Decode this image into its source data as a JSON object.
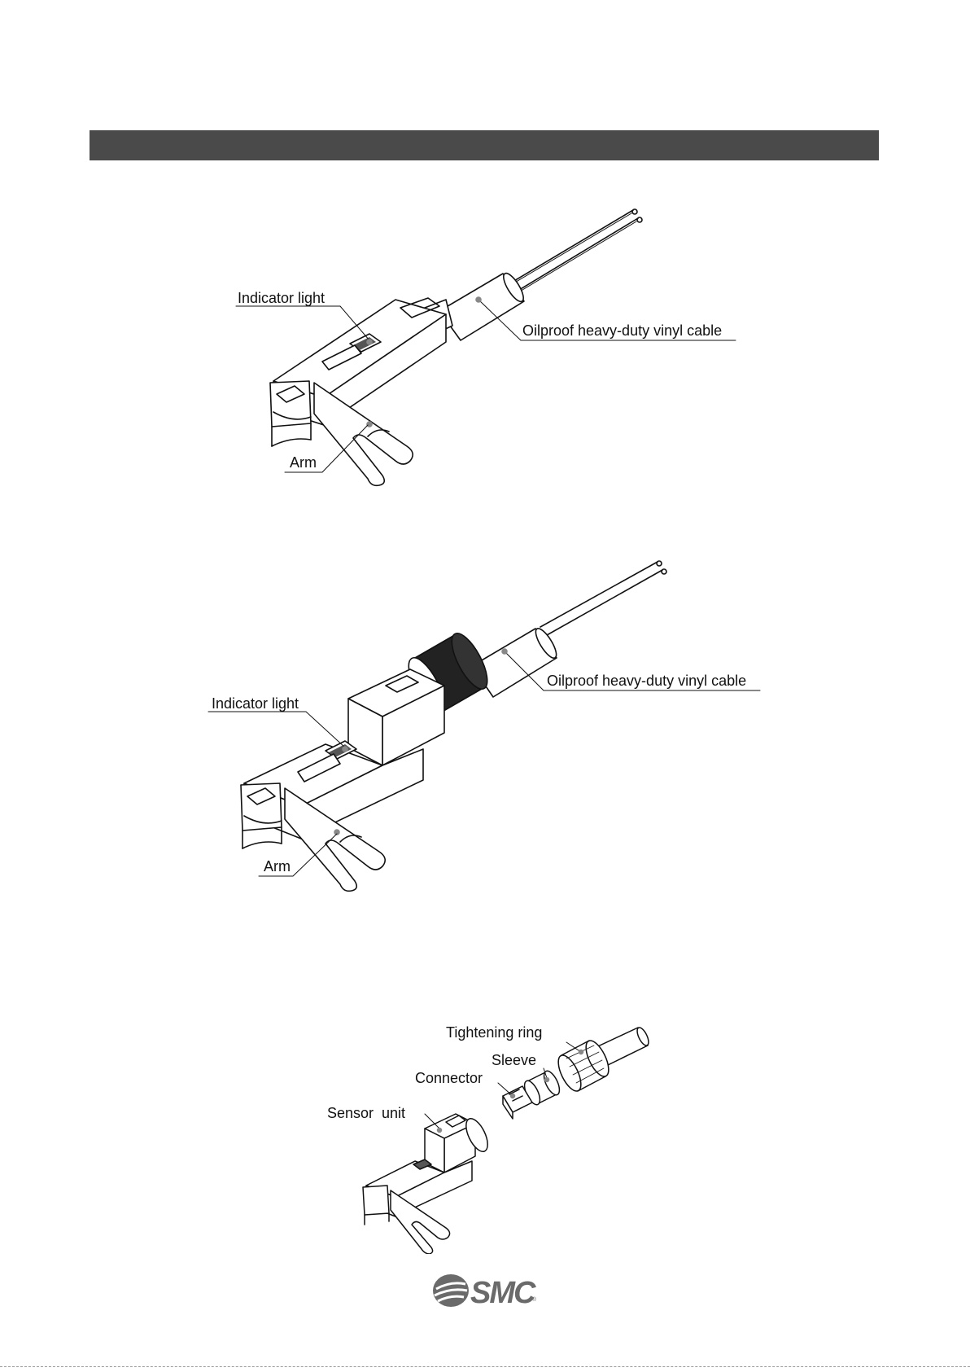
{
  "figure1": {
    "indicator_label": "Indicator light",
    "cable_label": "Oilproof heavy-duty vinyl cable",
    "arm_label": "Arm"
  },
  "figure2": {
    "indicator_label": "Indicator light",
    "cable_label": "Oilproof heavy-duty vinyl cable",
    "arm_label": "Arm"
  },
  "figure3": {
    "tightening_ring_label": "Tightening ring",
    "sleeve_label": "Sleeve",
    "connector_label": "Connector",
    "sensor_unit_label": "Sensor  unit"
  },
  "footer": {
    "logo_text": "SMC",
    "logo_mark": "®"
  }
}
